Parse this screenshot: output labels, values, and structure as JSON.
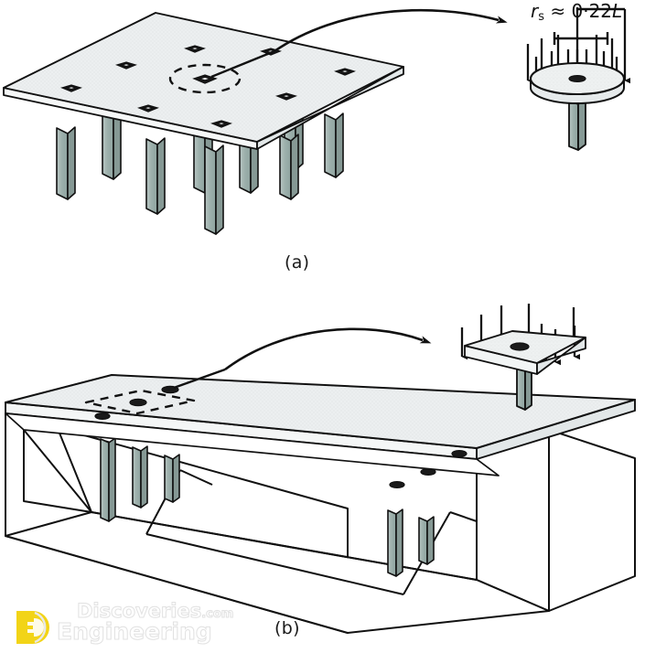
{
  "figure": {
    "title_parts": {
      "label_a": "(a)",
      "label_b": "(b)"
    },
    "formula": {
      "symbol": "r",
      "subscript": "s",
      "relation": "≈",
      "value": "0·22",
      "variable": "L",
      "full_text": "r_s ≈ 0·22L"
    }
  },
  "panel_a": {
    "name": "flat-slab-on-column-grid",
    "columns_count": 9,
    "grid": "3x3",
    "punching_zone_shape": "circle",
    "callout": {
      "name": "punching-shear-disc-detail",
      "shape": "circular-disc-on-column",
      "load_arrows": 14,
      "arrow_direction": "down"
    }
  },
  "panel_b": {
    "name": "bridge-deck-slab-on-columns",
    "punching_zone_shape": "rectangle",
    "column_heads_visible": 5,
    "callout": {
      "name": "punching-shear-rectangle-detail",
      "shape": "rectangular-slab-on-column",
      "load_arrows": 8,
      "arrow_direction": "down"
    }
  },
  "watermark": {
    "brand": "Engineering",
    "site": "Discoveries",
    "tld": ".com",
    "logo": "ed-monogram"
  },
  "colors": {
    "slab_top": "#eceff0",
    "slab_edge": "#dfe4e5",
    "slab_side": "#f5f7f7",
    "column": "#93a6a2",
    "column_light": "#b9c7c4",
    "outline": "#111111",
    "watermark_yellow": "#f2d417",
    "background": "#ffffff"
  }
}
